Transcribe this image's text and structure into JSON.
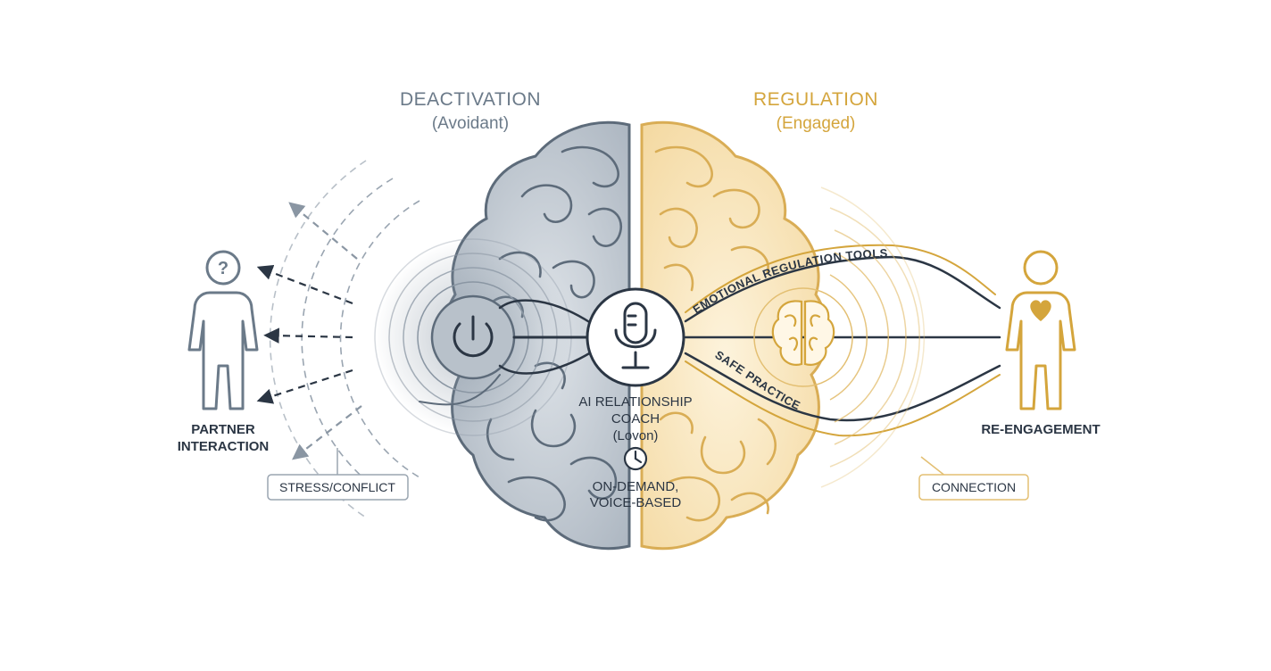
{
  "left_header": {
    "title": "DEACTIVATION",
    "subtitle": "(Avoidant)",
    "color": "#6b7a89"
  },
  "right_header": {
    "title": "REGULATION",
    "subtitle": "(Engaged)",
    "color": "#d4a53c"
  },
  "left_person": {
    "label_line1": "PARTNER",
    "label_line2": "INTERACTION",
    "head_icon": "question-mark-icon"
  },
  "right_person": {
    "label": "RE-ENGAGEMENT",
    "chest_icon": "heart-icon"
  },
  "left_tag": "STRESS/CONFLICT",
  "right_tag": "CONNECTION",
  "center": {
    "icon": "microphone-icon",
    "label_line1": "AI RELATIONSHIP",
    "label_line2": "COACH",
    "label_line3": "(Lovon)",
    "clock_icon": "clock-icon",
    "sub_line1": "ON-DEMAND,",
    "sub_line2": "VOICE-BASED"
  },
  "paths": {
    "upper": "EMOTIONAL REGULATION TOOLS",
    "lower": "SAFE PRACTICE"
  },
  "icons": {
    "power": "power-icon",
    "small_brain": "brain-icon"
  },
  "colors": {
    "slate": "#5d6b7a",
    "gold": "#d4a53c",
    "dark": "#2b3644"
  }
}
